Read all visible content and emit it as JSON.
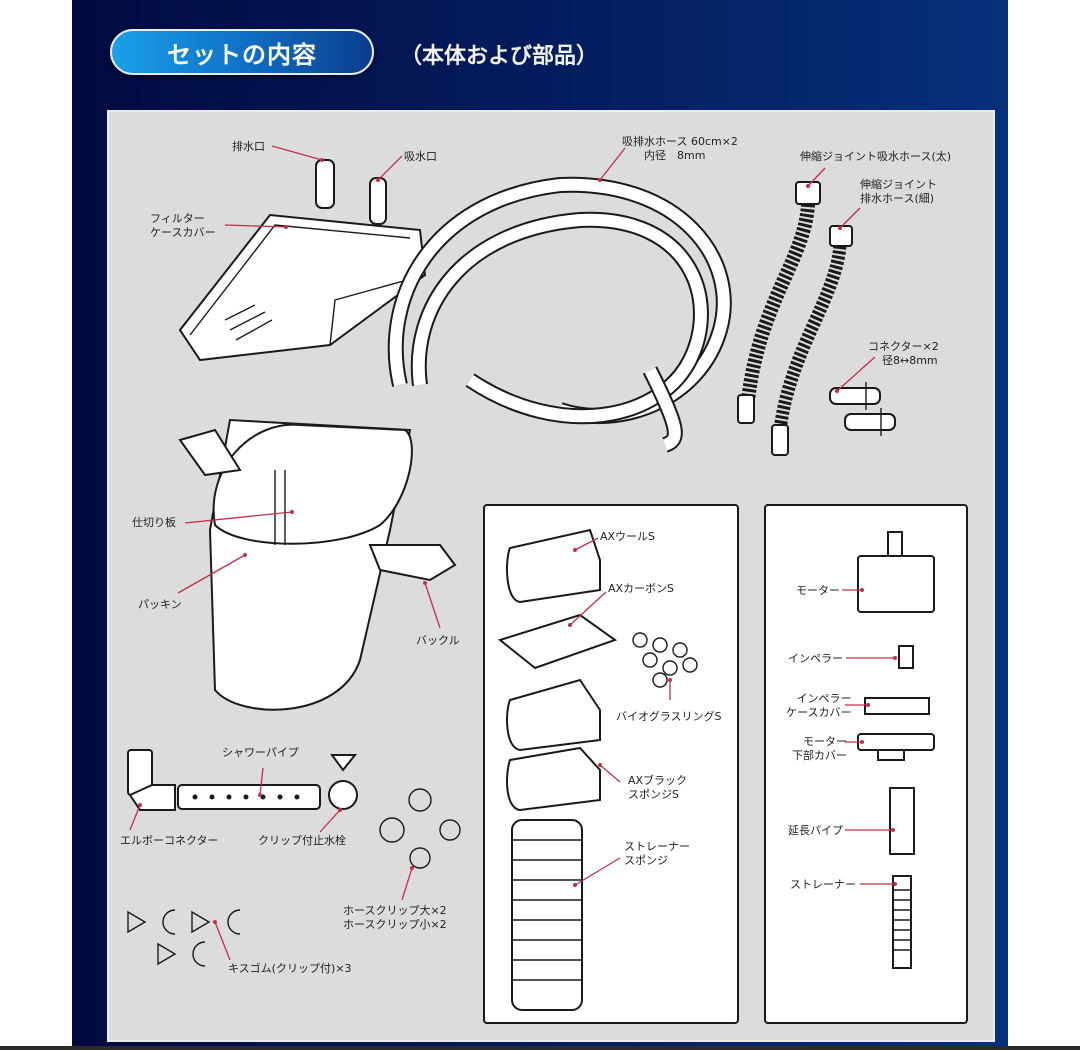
{
  "header": {
    "title_badge": "セットの内容",
    "subtitle": "（本体および部品）"
  },
  "colors": {
    "background_navy": "#041a5a",
    "badge_blue": "#1aa0e8",
    "panel_gray": "#dcdcdc",
    "leader_line_red": "#c0304a"
  },
  "parts": {
    "outlet": "排水口",
    "inlet": "吸水口",
    "filter_case_cover": [
      "フィルター",
      "ケースカバー"
    ],
    "hose": [
      "吸排水ホース 60cm×2",
      "内径　8mm"
    ],
    "joint_intake_hose": "伸縮ジョイント吸水ホース(太)",
    "joint_outlet_hose": [
      "伸縮ジョイント",
      "排水ホース(細)"
    ],
    "connector": [
      "コネクター×2",
      "径8↔8mm"
    ],
    "divider": "仕切り板",
    "packing": "パッキン",
    "buckle": "バックル",
    "shower_pipe": "シャワーパイプ",
    "elbow_connector": "エルボーコネクター",
    "clip_stopper": "クリップ付止水栓",
    "hose_clips": [
      "ホースクリップ大×2",
      "ホースクリップ小×2"
    ],
    "suction_cups": "キスゴム(クリップ付)×3"
  },
  "media_box": {
    "ax_wool": "AXウールS",
    "ax_carbon": "AXカーボンS",
    "bio_glass": "バイオグラスリングS",
    "ax_black_sponge": [
      "AXブラック",
      "スポンジS"
    ],
    "strainer_sponge": [
      "ストレーナー",
      "スポンジ"
    ]
  },
  "motor_box": {
    "motor": "モーター",
    "impeller": "インペラー",
    "impeller_case_cover": [
      "インペラー",
      "ケースカバー"
    ],
    "motor_bottom_cover": [
      "モーター",
      "下部カバー"
    ],
    "extension_pipe": "延長パイプ",
    "strainer": "ストレーナー"
  }
}
